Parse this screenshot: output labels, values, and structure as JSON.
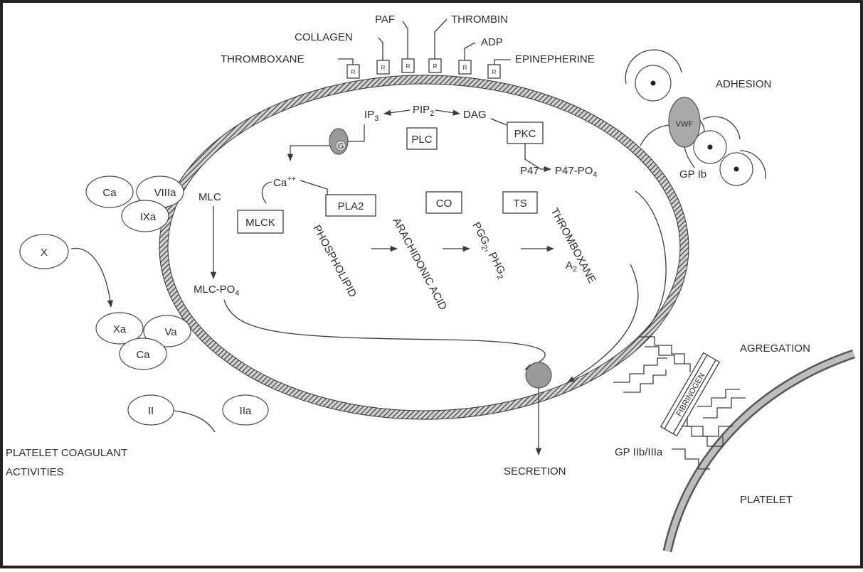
{
  "receptor_label": "R",
  "agonists": {
    "paf": "PAF",
    "thrombin": "THROMBIN",
    "collagen": "COLLAGEN",
    "adp": "ADP",
    "thromboxane": "THROMBOXANE",
    "epinephrine": "EPINEPHERINE"
  },
  "signaling": {
    "ip3": "IP",
    "ip3_sub": "3",
    "pip2": "PIP",
    "pip2_sub": "2",
    "dag": "DAG",
    "plc": "PLC",
    "pkc": "PKC",
    "p47": "P47",
    "p47po4": "P47-PO",
    "p47po4_sub": "4",
    "ca_ion": "Ca",
    "ca_ion_sup": "++",
    "g_protein": "G"
  },
  "contractile": {
    "mlc": "MLC",
    "mlck": "MLCK",
    "mlcpo4": "MLC-PO",
    "mlcpo4_sub": "4"
  },
  "cascade": {
    "pla2": "PLA2",
    "co": "CO",
    "ts": "TS",
    "phospholipid": "PHOSPHOLIPID",
    "arachidonic_acid": "ARACHIDONIC ACID",
    "pgg2": "PGG",
    "pgg2_sub": "2",
    "pgh2": ", PHG",
    "pgh2_sub": "2",
    "thromboxane": "THROMBOXANE",
    "thromboxane_sub": "A",
    "thromboxane_subscript": "2"
  },
  "adhesion": {
    "label": "ADHESION",
    "vwf": "VWF",
    "gpib": "GP Ib"
  },
  "aggregation": {
    "label": "AGREGATION",
    "fibrinogen": "FIBRINOGEN",
    "gp_iibiiia": "GP IIb/IIIa",
    "platelet": "PLATELET"
  },
  "coagulant": {
    "ca": "Ca",
    "viiia": "VIIIa",
    "ixa": "IXa",
    "x": "X",
    "xa": "Xa",
    "va": "Va",
    "ii": "II",
    "iia": "IIa",
    "label_line1": "PLATELET COAGULANT",
    "label_line2": "ACTIVITIES"
  },
  "secretion": "SECRETION"
}
